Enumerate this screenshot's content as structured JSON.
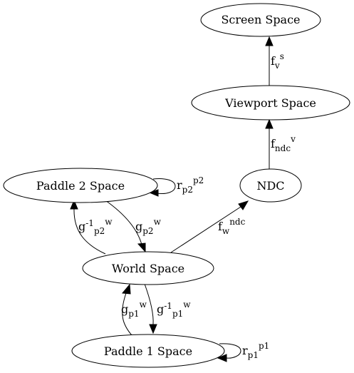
{
  "nodes": {
    "screen": "Screen Space",
    "viewport": "Viewport Space",
    "ndc": "NDC",
    "paddle2": "Paddle 2 Space",
    "world": "World Space",
    "paddle1": "Paddle 1 Space"
  },
  "edges": {
    "viewport_to_screen": {
      "base": "f",
      "sub": "v",
      "sup": "s"
    },
    "ndc_to_viewport": {
      "base": "f",
      "sub": "ndc",
      "sup": "v"
    },
    "world_to_ndc": {
      "base": "f",
      "sub": "w",
      "sup": "ndc"
    },
    "world_to_paddle2": {
      "pre": "g",
      "presup": "-1",
      "sub": "p2",
      "sup": "w"
    },
    "paddle2_to_world": {
      "base": "g",
      "sub": "p2",
      "sup": "w"
    },
    "paddle2_self": {
      "base": "r",
      "sub": "p2",
      "sup": "p2"
    },
    "paddle1_to_world": {
      "base": "g",
      "sub": "p1",
      "sup": "w"
    },
    "world_to_paddle1": {
      "pre": "g",
      "presup": "-1",
      "sub": "p1",
      "sup": "w"
    },
    "paddle1_self": {
      "base": "r",
      "sub": "p1",
      "sup": "p1"
    }
  }
}
